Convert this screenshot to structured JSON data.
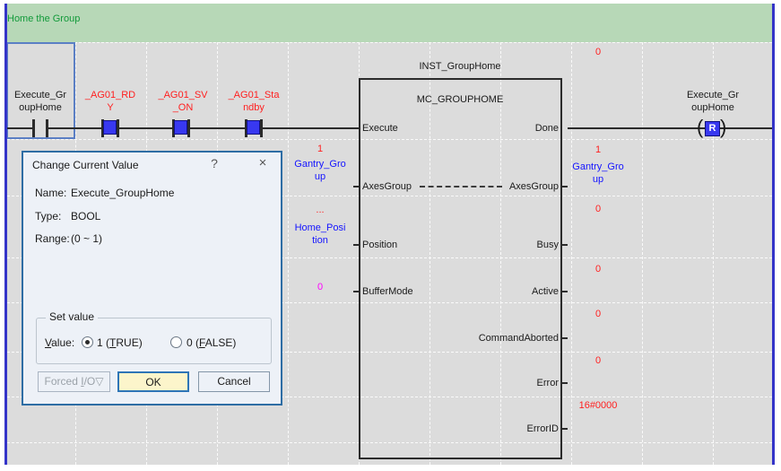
{
  "comment": "Home the Group",
  "contacts": [
    {
      "label": "Execute_Gr\noupHome",
      "energized": false
    },
    {
      "label": "_AG01_RD\nY",
      "energized": true
    },
    {
      "label": "_AG01_SV\n_ON",
      "energized": true
    },
    {
      "label": "_AG01_Sta\nndby",
      "energized": true
    }
  ],
  "coil": {
    "label": "Execute_Gr\noupHome",
    "symbol": "R"
  },
  "fb": {
    "instance": "INST_GroupHome",
    "type": "MC_GROUPHOME",
    "inputs": [
      "Execute",
      "AxesGroup",
      "Position",
      "BufferMode"
    ],
    "outputs": [
      "Done",
      "AxesGroup",
      "Busy",
      "Active",
      "CommandAborted",
      "Error",
      "ErrorID"
    ]
  },
  "watch": {
    "in_axesgroup_value": "1",
    "in_axesgroup_name": "Gantry_Gro\nup",
    "in_position_value": "...",
    "in_position_name": "Home_Posi\ntion",
    "in_buffermode_value": "0",
    "out_done": "0",
    "out_axesgroup_value": "1",
    "out_axesgroup_name": "Gantry_Gro\nup",
    "out_busy": "0",
    "out_active": "0",
    "out_commandaborted": "0",
    "out_error": "0",
    "out_errorid": "16#0000"
  },
  "dialog": {
    "title": "Change Current Value",
    "help_icon": "?",
    "close_icon": "×",
    "rows": [
      {
        "label": "Name:",
        "value": "Execute_GroupHome"
      },
      {
        "label": "Type:",
        "value": "BOOL"
      },
      {
        "label": "Range:",
        "value": "(0 ~ 1)"
      }
    ],
    "group_label": "Set value",
    "value_label": {
      "u": "V",
      "rest": "alue:"
    },
    "radio_true": {
      "pre": "1 (",
      "u": "T",
      "rest": "RUE)",
      "checked": true
    },
    "radio_false": {
      "pre": "0 (",
      "u": "F",
      "rest": "ALSE)",
      "checked": false
    },
    "forced_btn": {
      "pre": "Forced ",
      "u": "I",
      "rest": "/O",
      "arrow": "▽"
    },
    "ok": "OK",
    "cancel": "Cancel"
  },
  "colors": {
    "comment_green": "#129a3a",
    "band_green": "#b7d8b7",
    "field_gray": "#dcdcdc",
    "value_red": "#ff2020",
    "variable_blue": "#1414ff",
    "literal_magenta": "#ff00ff",
    "contact_blue": "#3838f0",
    "rail_blue": "#3434c8",
    "dialog_border": "#2e6da4",
    "ok_yellow": "#fcf5cb"
  }
}
